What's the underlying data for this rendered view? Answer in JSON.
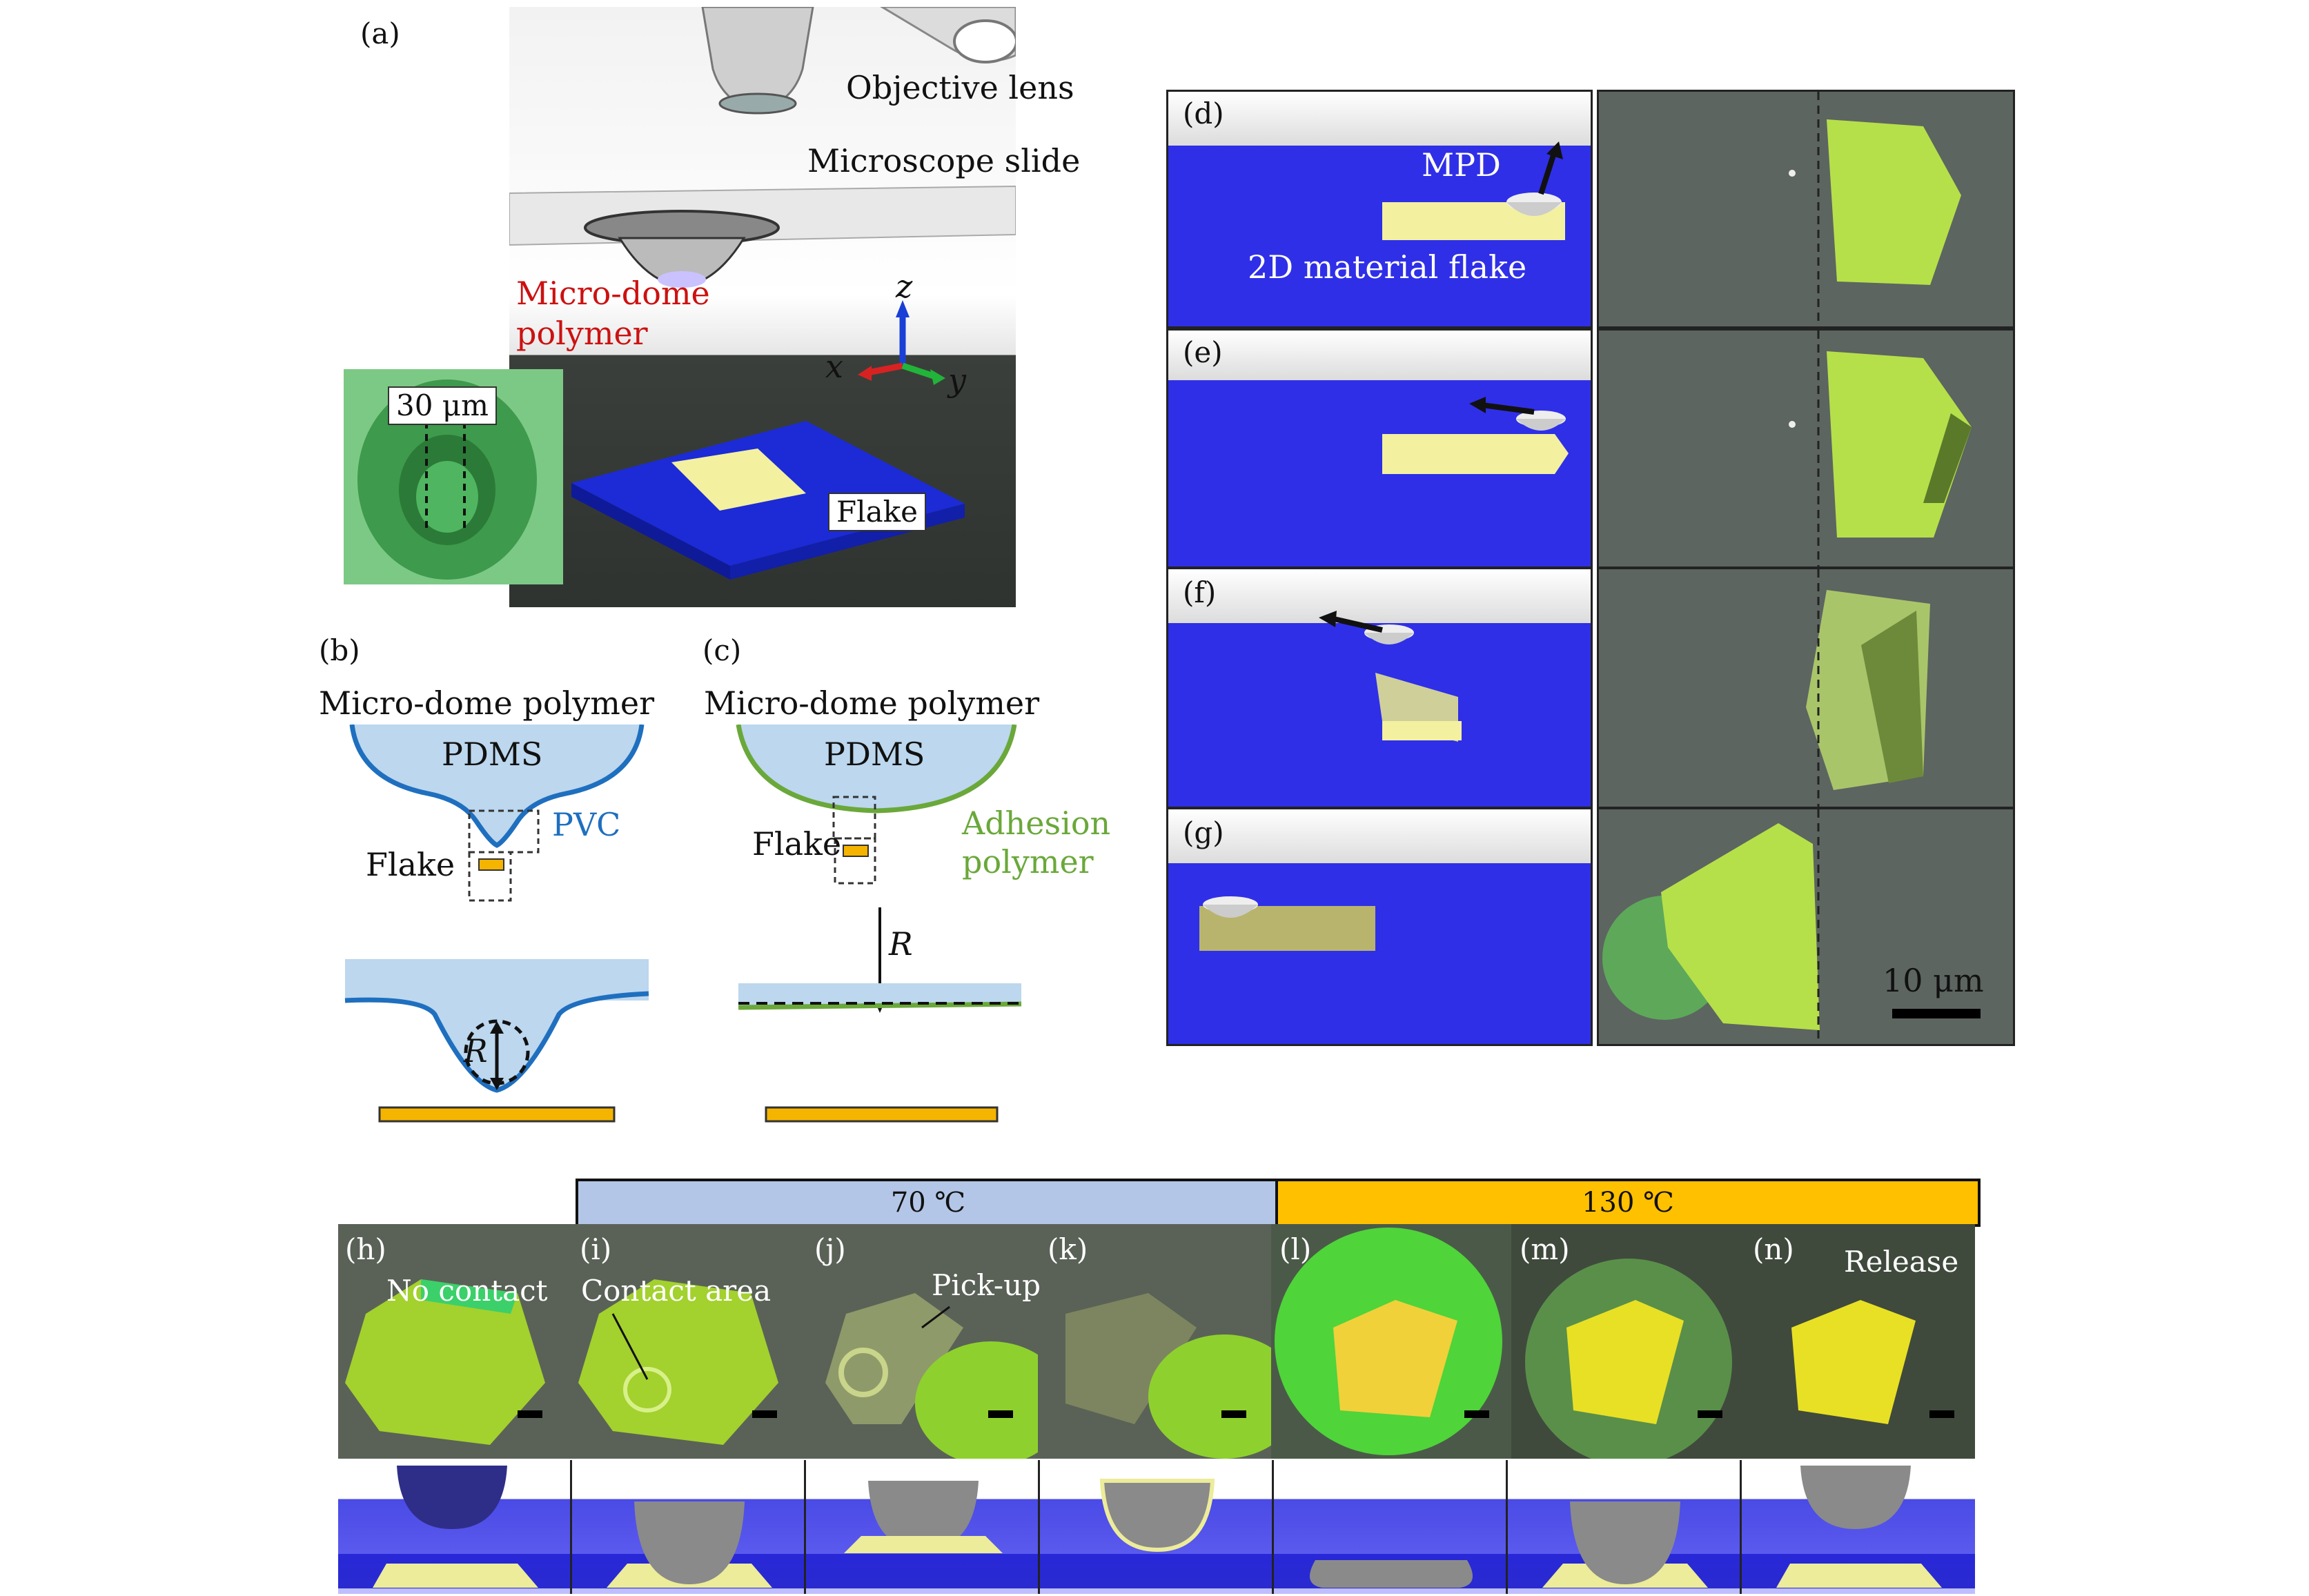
{
  "panel_a": {
    "label": "(a)",
    "objective_lens": "Objective lens",
    "microscope_slide": "Microscope slide",
    "micro_dome_line1": "Micro-dome",
    "micro_dome_line2": "polymer",
    "axis_z": "z",
    "axis_x": "x",
    "axis_y": "y",
    "scale_label": "30 μm",
    "flake_label": "Flake",
    "colors": {
      "micro_dome_text": "#cc1111",
      "substrate": "#1c2bd6",
      "flake": "#f3f0a0",
      "inset_bg": "#5fbf6a"
    }
  },
  "panel_b": {
    "label": "(b)",
    "title": "Micro-dome polymer",
    "pdms": "PDMS",
    "pvc": "PVC",
    "flake": "Flake",
    "radius": "R",
    "colors": {
      "pdms_fill": "#bcd7ee",
      "pvc_stroke": "#1f6fbf",
      "flake": "#f5b400"
    }
  },
  "panel_c": {
    "label": "(c)",
    "title": "Micro-dome polymer",
    "pdms": "PDMS",
    "adhesion_line1": "Adhesion",
    "adhesion_line2": "polymer",
    "flake": "Flake",
    "radius": "R",
    "colors": {
      "adhesion_stroke": "#6aa83a"
    }
  },
  "panels_dg": {
    "d": {
      "label": "(d)",
      "mpd": "MPD",
      "flake_text": "2D material flake"
    },
    "e": {
      "label": "(e)"
    },
    "f": {
      "label": "(f)"
    },
    "g": {
      "label": "(g)"
    },
    "scale_text": "10 μm",
    "colors": {
      "blue": "#2f2fe8",
      "micro_bg": "#5c6560",
      "flake_green": "#b5e04a"
    }
  },
  "temperature": {
    "low": "70 ℃",
    "high": "130 ℃",
    "colors": {
      "low": "#b3c6e7",
      "high": "#ffc000"
    }
  },
  "panels_hn": [
    {
      "label": "(h)",
      "caption": "No contact"
    },
    {
      "label": "(i)",
      "caption": "Contact area"
    },
    {
      "label": "(j)",
      "caption": "Pick-up"
    },
    {
      "label": "(k)",
      "caption": ""
    },
    {
      "label": "(l)",
      "caption": ""
    },
    {
      "label": "(m)",
      "caption": ""
    },
    {
      "label": "(n)",
      "caption": "Release"
    }
  ]
}
